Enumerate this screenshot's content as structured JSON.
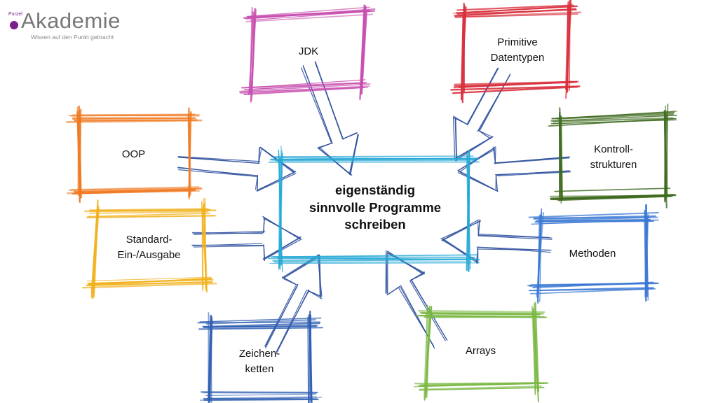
{
  "logo": {
    "small": "Purzel",
    "word": "Akademie",
    "tagline": "Wissen auf den Punkt gebracht",
    "dot_color": "#7a1f8c"
  },
  "center": {
    "lines": [
      "eigenständig",
      "sinnvolle Programme",
      "schreiben"
    ],
    "color": "#27a9d6"
  },
  "arrow_color": "#2c4f9e",
  "nodes": [
    {
      "id": "jdk",
      "lines": [
        "JDK"
      ],
      "color": "#c94fb0"
    },
    {
      "id": "primitive",
      "lines": [
        "Primitive",
        "Datentypen"
      ],
      "color": "#d9303d"
    },
    {
      "id": "oop",
      "lines": [
        "OOP"
      ],
      "color": "#f07a22"
    },
    {
      "id": "kontroll",
      "lines": [
        "Kontroll-",
        "strukturen"
      ],
      "color": "#3f6b1f"
    },
    {
      "id": "standard",
      "lines": [
        "Standard-",
        "Ein-/Ausgabe"
      ],
      "color": "#f2b21f"
    },
    {
      "id": "methoden",
      "lines": [
        "Methoden"
      ],
      "color": "#3a78d4"
    },
    {
      "id": "zeichen",
      "lines": [
        "Zeichen-",
        "ketten"
      ],
      "color": "#2f5fb3"
    },
    {
      "id": "arrays",
      "lines": [
        "Arrays"
      ],
      "color": "#7bb844"
    }
  ]
}
